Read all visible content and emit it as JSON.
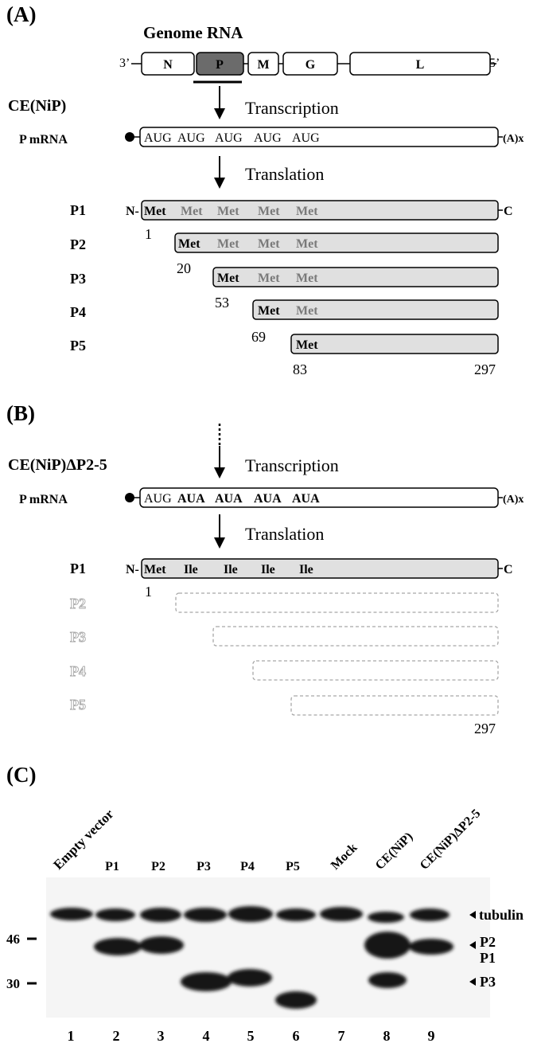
{
  "panel_a": {
    "label": "(A)",
    "genome_title": "Genome RNA",
    "end3": "3’",
    "end5": "5’",
    "genes": [
      "N",
      "P",
      "M",
      "G",
      "L"
    ],
    "construct": "CE(NiP)",
    "transcription": "Transcription",
    "mrna_label": "P mRNA",
    "codons": [
      "AUG",
      "AUG",
      "AUG",
      "AUG",
      "AUG"
    ],
    "poly_a": "(A)x",
    "translation": "Translation",
    "n_term": "N-",
    "c_term": "C",
    "proteins": [
      {
        "name": "P1",
        "mets": [
          "Met",
          "Met",
          "Met",
          "Met",
          "Met"
        ],
        "start": "1"
      },
      {
        "name": "P2",
        "mets": [
          "Met",
          "Met",
          "Met",
          "Met"
        ],
        "start": "20"
      },
      {
        "name": "P3",
        "mets": [
          "Met",
          "Met",
          "Met"
        ],
        "start": "53"
      },
      {
        "name": "P4",
        "mets": [
          "Met",
          "Met"
        ],
        "start": "69"
      },
      {
        "name": "P5",
        "mets": [
          "Met"
        ],
        "start": "83"
      }
    ],
    "end_residue": "297"
  },
  "panel_b": {
    "label": "(B)",
    "construct": "CE(NiP)ΔP2-5",
    "transcription": "Transcription",
    "mrna_label": "P mRNA",
    "codons": [
      "AUG",
      "AUA",
      "AUA",
      "AUA",
      "AUA"
    ],
    "poly_a": "(A)x",
    "translation": "Translation",
    "n_term": "N-",
    "c_term": "C",
    "p1_name": "P1",
    "residues": [
      "Met",
      "Ile",
      "Ile",
      "Ile",
      "Ile"
    ],
    "start": "1",
    "ghost_proteins": [
      "P2",
      "P3",
      "P4",
      "P5"
    ],
    "end_residue": "297"
  },
  "panel_c": {
    "label": "(C)",
    "lane_headers": [
      "Empty vector",
      "P1",
      "P2",
      "P3",
      "P4",
      "P5",
      "Mock",
      "CE(NiP)",
      "CE(NiP)ΔP2-5"
    ],
    "lane_numbers": [
      "1",
      "2",
      "3",
      "4",
      "5",
      "6",
      "7",
      "8",
      "9"
    ],
    "markers": [
      "46",
      "30"
    ],
    "band_labels": {
      "tubulin": "tubulin",
      "p2": "P2",
      "p1": "P1",
      "p3": "P3"
    }
  }
}
